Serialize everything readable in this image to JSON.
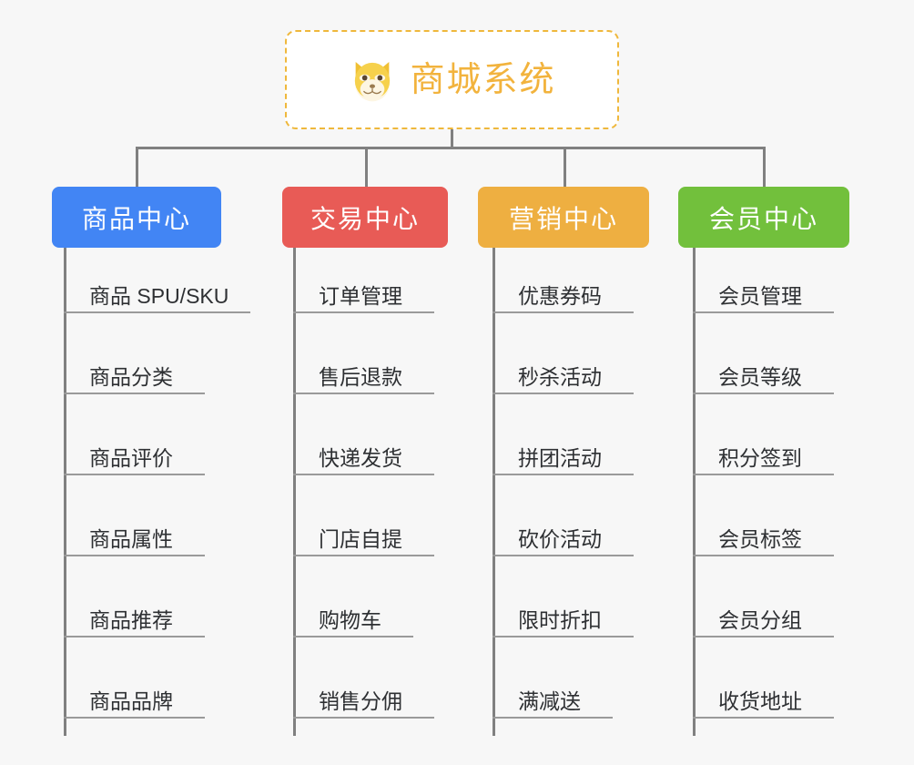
{
  "diagram": {
    "type": "mind-map",
    "background_color": "#f7f7f7",
    "line_color": "#808080",
    "root": {
      "title": "商城系统",
      "icon": "shiba-dog-face-icon",
      "text_color": "#f2b33d",
      "border_color": "#efb83c",
      "background_color": "#ffffff"
    },
    "branches": [
      {
        "label": "商品中心",
        "color": "#4285f4",
        "items": [
          "商品 SPU/SKU",
          "商品分类",
          "商品评价",
          "商品属性",
          "商品推荐",
          "商品品牌"
        ]
      },
      {
        "label": "交易中心",
        "color": "#e85b56",
        "items": [
          "订单管理",
          "售后退款",
          "快递发货",
          "门店自提",
          "购物车",
          "销售分佣"
        ]
      },
      {
        "label": "营销中心",
        "color": "#eeaf41",
        "items": [
          "优惠券码",
          "秒杀活动",
          "拼团活动",
          "砍价活动",
          "限时折扣",
          "满减送"
        ]
      },
      {
        "label": "会员中心",
        "color": "#72c03c",
        "items": [
          "会员管理",
          "会员等级",
          "积分签到",
          "会员标签",
          "会员分组",
          "收货地址"
        ]
      }
    ]
  }
}
